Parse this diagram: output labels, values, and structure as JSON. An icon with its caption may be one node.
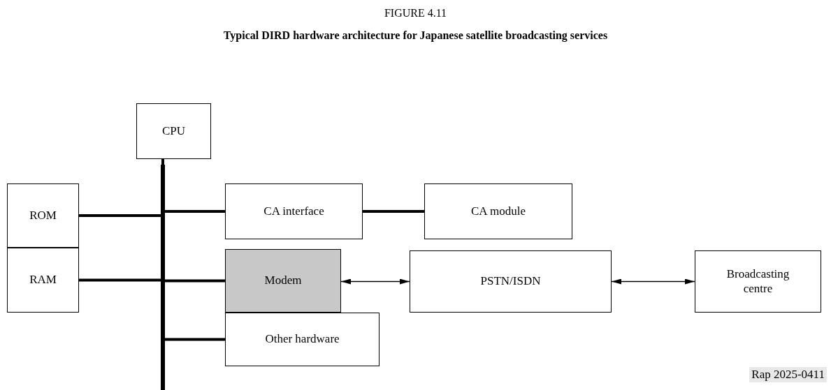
{
  "diagram": {
    "title": "FIGURE 4.11",
    "caption": "Typical DIRD hardware architecture for Japanese satellite broadcasting services",
    "nodes": [
      {
        "text": [
          "CPU"
        ]
      },
      {
        "text": [
          "ROM"
        ]
      },
      {
        "text": [
          "CA interface"
        ]
      },
      {
        "text": [
          "CA module"
        ]
      },
      {
        "text": [
          "RAM"
        ]
      },
      {
        "text": [
          "Modem"
        ]
      },
      {
        "text": [
          "PSTN/ISDN"
        ]
      },
      {
        "text": [
          "Broadcasting centre"
        ]
      },
      {
        "text": [
          "Other hardware"
        ]
      },
      {
        "text": [],
        "shape": "bar"
      }
    ],
    "edges": [
      {
        "from": 0,
        "to": 9,
        "arrow": "none"
      },
      {
        "from": 1,
        "to": 9,
        "arrow": "none"
      },
      {
        "from": 9,
        "to": 2,
        "arrow": "none"
      },
      {
        "from": 2,
        "to": 3,
        "arrow": "none"
      },
      {
        "from": 4,
        "to": 9,
        "arrow": "none"
      },
      {
        "from": 9,
        "to": 5,
        "arrow": "none"
      },
      {
        "from": 5,
        "to": 6,
        "arrow": "both"
      },
      {
        "from": 6,
        "to": 7,
        "arrow": "both"
      },
      {
        "from": 9,
        "to": 8,
        "arrow": "none"
      }
    ],
    "labels": [
      "Rap 2025-0411"
    ]
  }
}
